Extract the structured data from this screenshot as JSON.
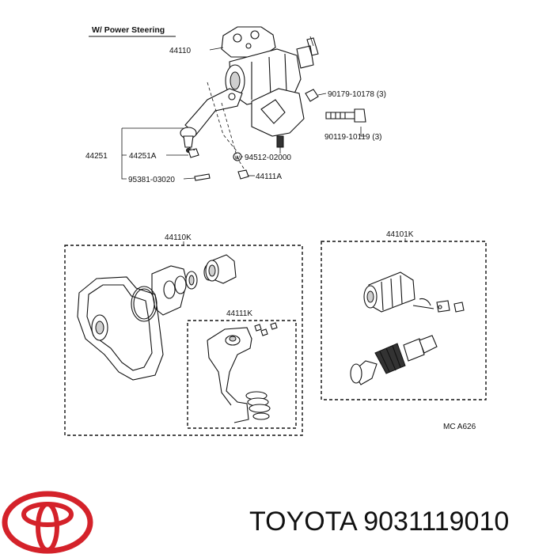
{
  "diagram": {
    "header_label": "W/ Power Steering",
    "part_labels": {
      "gear_housing": "44110",
      "bolt_a": "90179-10178 (3)",
      "bolt_b": "90119-10119 (3)",
      "pitman_arm": "44251",
      "arm_nut": "44251A",
      "washer": "94512-02000",
      "cotter": "95381-03020",
      "nut": "44111A",
      "kit_main": "44110K",
      "kit_valve": "44101K",
      "kit_sub": "44111K",
      "drawing_code": "MC  A626"
    },
    "washer_marker": "W"
  },
  "footer": {
    "brand": "TOYOTA",
    "part_number": "9031119010"
  }
}
